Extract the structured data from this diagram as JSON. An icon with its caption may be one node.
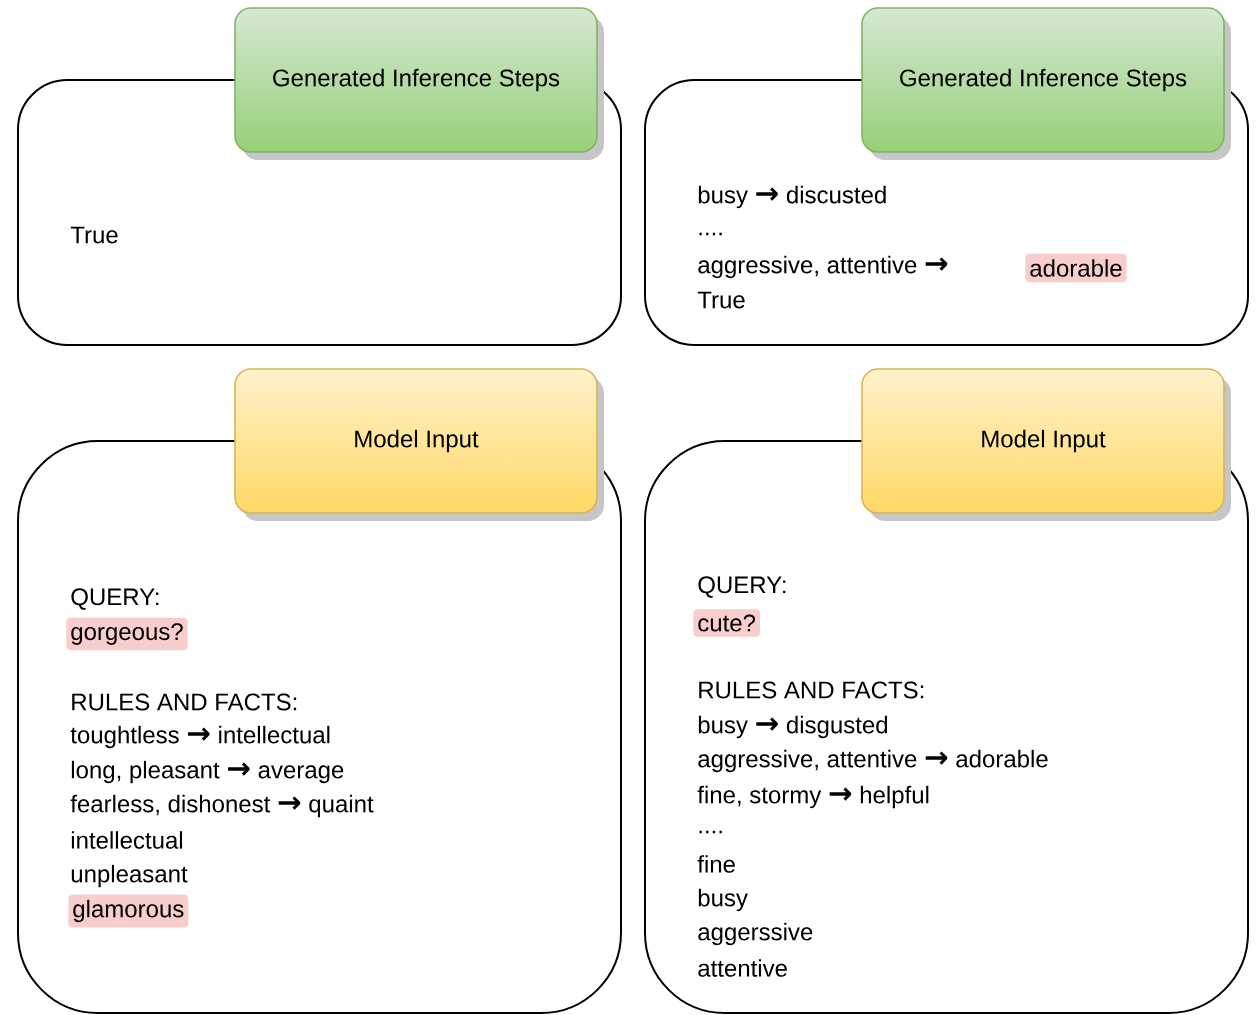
{
  "diagram": {
    "nodes": [
      {
        "text": [
          "True"
        ]
      },
      {
        "text": [
          "Generated Inference Steps"
        ]
      },
      {
        "text": [
          "busy → discusted",
          "....",
          "aggressive, attentive →",
          "True"
        ]
      },
      {
        "text": [
          "adorable"
        ],
        "in": 2
      },
      {
        "text": [
          "Generated Inference Steps"
        ]
      },
      {
        "text": [
          "QUERY:",
          "RULES AND FACTS:",
          "toughtless → intellectual",
          "long, pleasant → average",
          "fearless, dishonest → quaint",
          "intellectual",
          "unpleasant"
        ]
      },
      {
        "text": [
          "gorgeous?"
        ],
        "in": 5
      },
      {
        "text": [
          "glamorous"
        ],
        "in": 5
      },
      {
        "text": [
          "Model Input"
        ]
      },
      {
        "text": [
          "QUERY:",
          "RULES AND FACTS:",
          "busy → disgusted",
          "aggressive, attentive → adorable",
          "fine, stormy → helpful",
          "....",
          "fine",
          "busy",
          "aggerssive",
          "attentive"
        ]
      },
      {
        "text": [
          "cute?"
        ],
        "in": 9
      },
      {
        "text": [
          "Model Input"
        ]
      }
    ]
  }
}
